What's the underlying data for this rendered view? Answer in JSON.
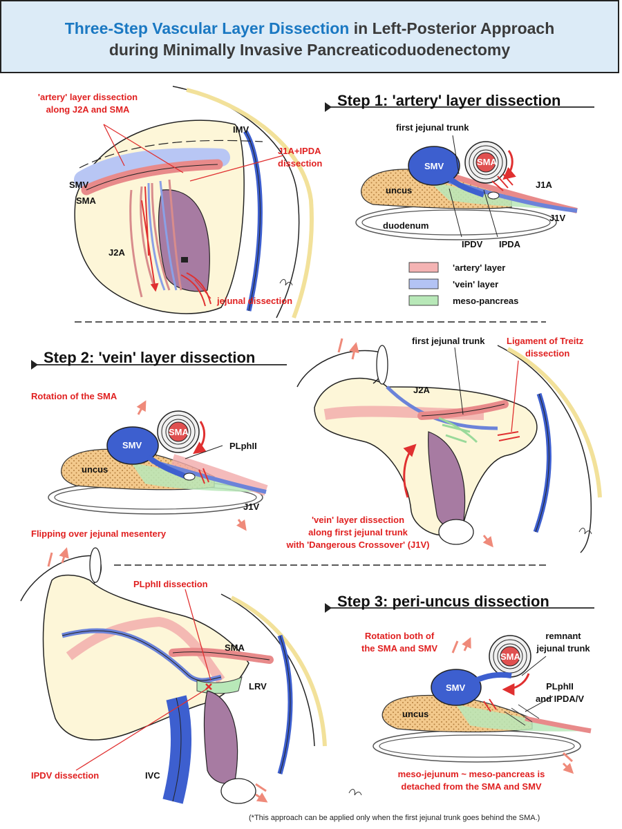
{
  "header": {
    "title_highlight": "Three-Step Vascular Layer Dissection",
    "title_rest": " in Left-Posterior Approach",
    "title_line2": "during Minimally Invasive Pancreaticoduodenectomy"
  },
  "step1": {
    "title": "Step 1: 'artery' layer dissection",
    "annotation_artery_line1": "'artery' layer dissection",
    "annotation_artery_line2": "along J2A and SMA",
    "label_imv": "IMV",
    "label_j1a_ipda_line1": "J1A+IPDA",
    "label_j1a_ipda_line2": "dissection",
    "label_smv": "SMV",
    "label_sma": "SMA",
    "label_j2a": "J2A",
    "label_jejunal_dissection": "jejunal dissection",
    "label_first_jejunal_trunk": "first jejunal trunk",
    "label_uncus": "uncus",
    "label_duodenum": "duodenum",
    "label_j1a": "J1A",
    "label_j1v": "J1V",
    "label_ipdv": "IPDV",
    "label_ipda": "IPDA"
  },
  "legend": [
    {
      "label": "'artery' layer",
      "color": "#f4b3b3"
    },
    {
      "label": "'vein' layer",
      "color": "#b3c3f4"
    },
    {
      "label": "meso-pancreas",
      "color": "#b8e8b8"
    }
  ],
  "step2": {
    "title": "Step 2: 'vein' layer dissection",
    "label_rotation_sma": "Rotation of the SMA",
    "label_smv": "SMV",
    "label_sma": "SMA",
    "label_plphii": "PLphII",
    "label_uncus": "uncus",
    "label_j1v": "J1V",
    "label_flipping": "Flipping over jejunal mesentery",
    "label_first_jejunal_trunk": "first jejunal trunk",
    "label_treitz_line1": "Ligament of Treitz",
    "label_treitz_line2": "dissection",
    "label_j2a": "J2A",
    "label_vein_dissection_line1": "'vein' layer dissection",
    "label_vein_dissection_line2": "along first jejunal trunk",
    "label_vein_dissection_line3": "with 'Dangerous Crossover' (J1V)"
  },
  "step3": {
    "title": "Step 3: peri-uncus dissection",
    "label_plphii_dissection": "PLphII dissection",
    "label_sma": "SMA",
    "label_lrv": "LRV",
    "label_ipdv_dissection": "IPDV dissection",
    "label_ivc": "IVC",
    "label_rotation_both_line1": "Rotation both of",
    "label_rotation_both_line2": "the SMA and SMV",
    "label_remnant_line1": "remnant",
    "label_remnant_line2": "jejunal trunk",
    "label_plphii_ipda_line1": "PLphII",
    "label_plphii_ipda_line2": "and IPDA/V",
    "label_smv": "SMV",
    "label_sma_circle": "SMA",
    "label_uncus": "uncus",
    "label_detached_line1": "meso-jejunum ~ meso-pancreas is",
    "label_detached_line2": "detached from the SMA and SMV"
  },
  "footnote": "(*This approach can be applied only when the first jejunal trunk goes behind the SMA.)"
}
